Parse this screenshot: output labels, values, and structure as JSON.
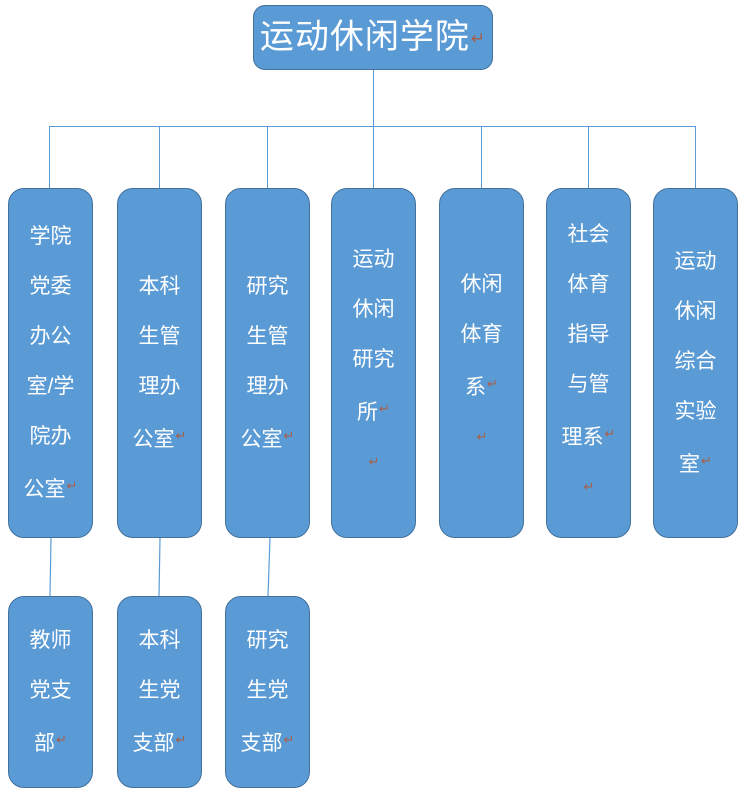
{
  "chart_data": {
    "type": "diagram",
    "title": "运动休闲学院",
    "diagram_kind": "organizational-chart",
    "orientation": "top-down",
    "colors": {
      "node_fill": "#5B9BD5",
      "node_border": "#41719C",
      "node_text": "#FFFFFF",
      "connector": "#5B9BD5",
      "pilcrow": "#A6604A",
      "background": "#FFFFFF"
    },
    "levels": 3,
    "root": {
      "id": "root",
      "label": "运动休闲学院",
      "pilcrow": "↵"
    },
    "level2": [
      {
        "id": "dept-1",
        "label": "学院党委办公室/学院办公室",
        "pilcrow": "↵",
        "extra_pilcrow": ""
      },
      {
        "id": "dept-2",
        "label": "本科生管理办公室",
        "pilcrow": "↵",
        "extra_pilcrow": ""
      },
      {
        "id": "dept-3",
        "label": "研究生管理办公室",
        "pilcrow": "↵",
        "extra_pilcrow": ""
      },
      {
        "id": "dept-4",
        "label": "运动休闲研究所",
        "pilcrow": "↵",
        "extra_pilcrow": "↵"
      },
      {
        "id": "dept-5",
        "label": "休闲体育系",
        "pilcrow": "↵",
        "extra_pilcrow": "↵"
      },
      {
        "id": "dept-6",
        "label": "社会体育指导与管理系",
        "pilcrow": "↵",
        "extra_pilcrow": "↵"
      },
      {
        "id": "dept-7",
        "label": "运动休闲综合实验室",
        "pilcrow": "↵",
        "extra_pilcrow": ""
      }
    ],
    "level3": [
      {
        "id": "branch-1",
        "label": "教师党支部",
        "pilcrow": "↵",
        "parent": "dept-1"
      },
      {
        "id": "branch-2",
        "label": "本科生党支部",
        "pilcrow": "↵",
        "parent": "dept-2"
      },
      {
        "id": "branch-3",
        "label": "研究生党支部",
        "pilcrow": "↵",
        "parent": "dept-3"
      }
    ],
    "edges": [
      {
        "from": "root",
        "to": "dept-1"
      },
      {
        "from": "root",
        "to": "dept-2"
      },
      {
        "from": "root",
        "to": "dept-3"
      },
      {
        "from": "root",
        "to": "dept-4"
      },
      {
        "from": "root",
        "to": "dept-5"
      },
      {
        "from": "root",
        "to": "dept-6"
      },
      {
        "from": "root",
        "to": "dept-7"
      },
      {
        "from": "dept-1",
        "to": "branch-1"
      },
      {
        "from": "dept-2",
        "to": "branch-2"
      },
      {
        "from": "dept-3",
        "to": "branch-3"
      }
    ]
  }
}
